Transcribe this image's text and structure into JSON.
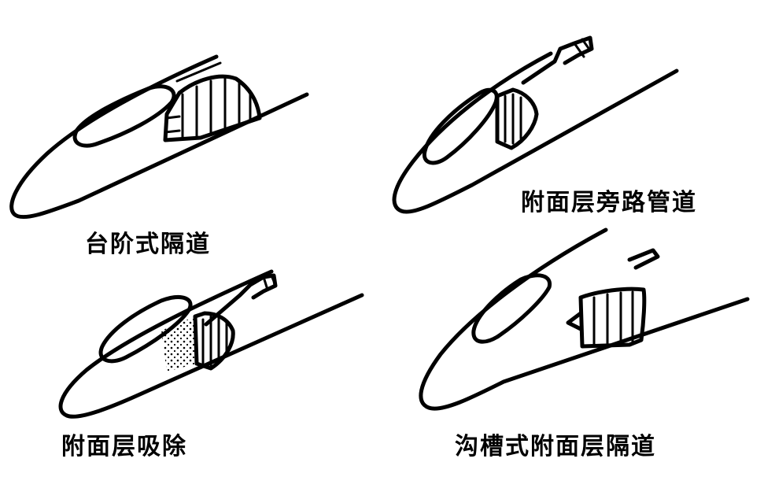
{
  "figure": {
    "panels": [
      {
        "id": "step",
        "caption": "台阶式隔道"
      },
      {
        "id": "bypass",
        "caption": "附面层旁路管道"
      },
      {
        "id": "suction",
        "caption": "附面层吸除"
      },
      {
        "id": "groove",
        "caption": "沟槽式附面层隔道"
      }
    ]
  }
}
